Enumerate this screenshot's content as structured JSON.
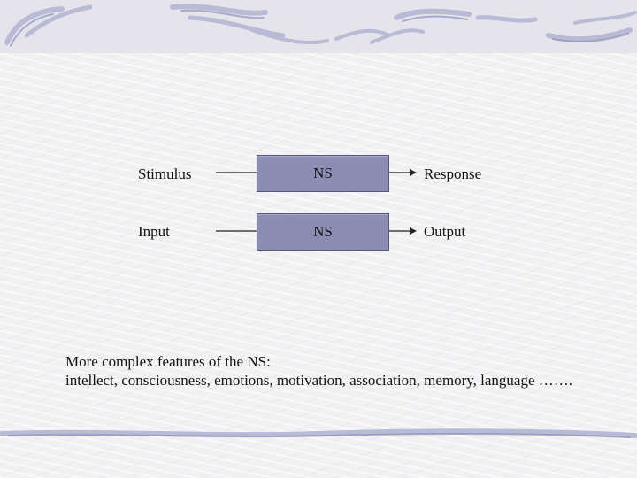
{
  "diagram": {
    "rows": [
      {
        "left": "Stimulus",
        "center": "NS",
        "right": "Response"
      },
      {
        "left": "Input",
        "center": "NS",
        "right": "Output"
      }
    ]
  },
  "notes": {
    "line1": "More complex features of the NS:",
    "line2": "intellect, consciousness, emotions, motivation, association, memory, language ……."
  },
  "theme": {
    "box_fill": "#8b8db3",
    "box_border": "#55577a",
    "swoosh_color": "#b9bad6"
  }
}
